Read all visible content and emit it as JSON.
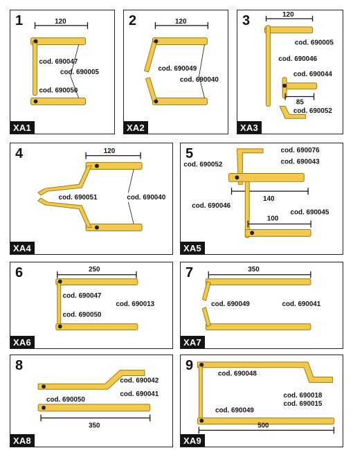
{
  "panels": [
    {
      "number": "1",
      "tag": "XA1",
      "dimension": "120",
      "codes": [
        "cod. 690047",
        "cod. 690005",
        "cod. 690050"
      ]
    },
    {
      "number": "2",
      "tag": "XA2",
      "dimension": "120",
      "codes": [
        "cod. 690049",
        "cod. 690040"
      ]
    },
    {
      "number": "3",
      "tag": "XA3",
      "dimension": "120",
      "dimension2": "85",
      "codes": [
        "cod. 690005",
        "cod. 690046",
        "cod. 690044",
        "cod. 690052"
      ]
    },
    {
      "number": "4",
      "tag": "XA4",
      "dimension": "120",
      "codes": [
        "cod. 690051",
        "cod. 690040"
      ]
    },
    {
      "number": "5",
      "tag": "XA5",
      "dimension": "140",
      "dimension2": "100",
      "codes": [
        "cod. 690076",
        "cod. 690052",
        "cod. 690043",
        "cod. 690046",
        "cod. 690045"
      ]
    },
    {
      "number": "6",
      "tag": "XA6",
      "dimension": "250",
      "codes": [
        "cod. 690047",
        "cod. 690013",
        "cod. 690050"
      ]
    },
    {
      "number": "7",
      "tag": "XA7",
      "dimension": "350",
      "codes": [
        "cod. 690049",
        "cod. 690041"
      ]
    },
    {
      "number": "8",
      "tag": "XA8",
      "dimension": "350",
      "codes": [
        "cod. 690042",
        "cod. 690050",
        "cod. 690041"
      ]
    },
    {
      "number": "9",
      "tag": "XA9",
      "dimension": "500",
      "codes": [
        "cod. 690048",
        "cod. 690018",
        "cod. 690049",
        "cod. 690015"
      ]
    }
  ],
  "colors": {
    "arm": "#f2c94c",
    "arm_edge": "#9c7a12",
    "tag_bg": "#141414",
    "border": "#222222"
  }
}
